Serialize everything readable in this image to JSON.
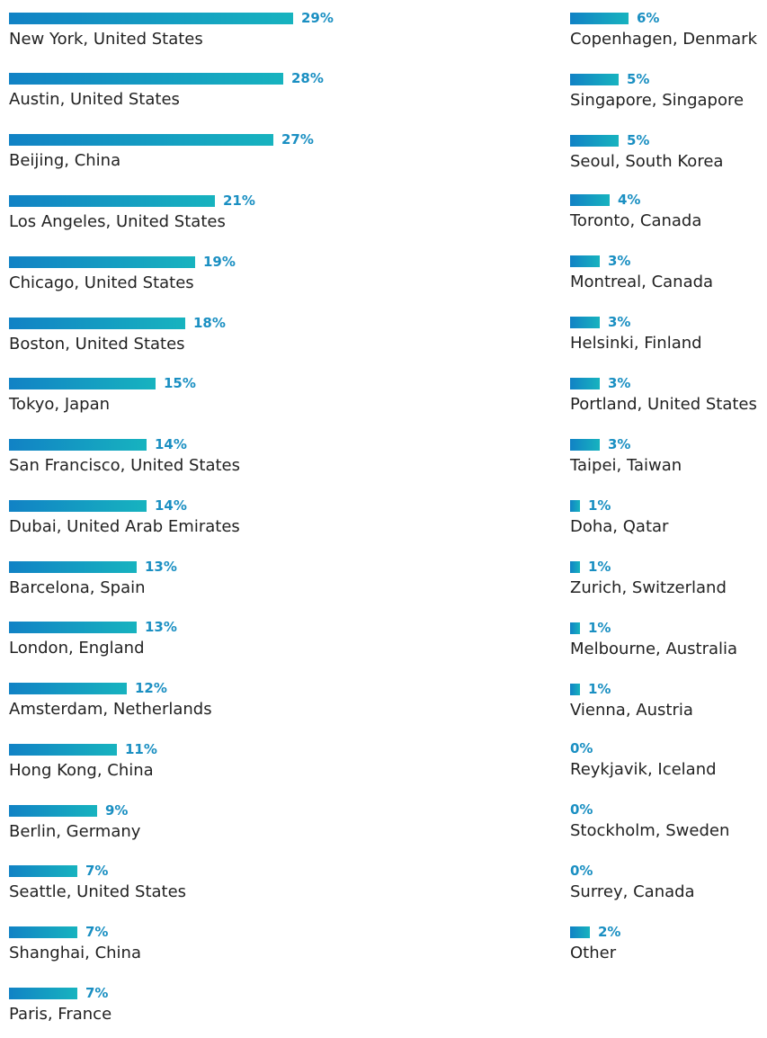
{
  "chart_data": {
    "type": "bar",
    "orientation": "horizontal",
    "layout": "two-column",
    "bar_color_start": "#1182c5",
    "bar_color_end": "#17b3bf",
    "label_color": "#1a8fc2",
    "xlim": [
      0,
      29
    ],
    "columns": [
      {
        "items": [
          {
            "category": "New York, United States",
            "value": 29,
            "label": "29%"
          },
          {
            "category": "Austin, United States",
            "value": 28,
            "label": "28%"
          },
          {
            "category": "Beijing, China",
            "value": 27,
            "label": "27%"
          },
          {
            "category": "Los Angeles, United States",
            "value": 21,
            "label": "21%"
          },
          {
            "category": "Chicago, United States",
            "value": 19,
            "label": "19%"
          },
          {
            "category": "Boston, United States",
            "value": 18,
            "label": "18%"
          },
          {
            "category": "Tokyo, Japan",
            "value": 15,
            "label": "15%"
          },
          {
            "category": "San Francisco, United States",
            "value": 14,
            "label": "14%"
          },
          {
            "category": "Dubai, United Arab Emirates",
            "value": 14,
            "label": "14%"
          },
          {
            "category": "Barcelona, Spain",
            "value": 13,
            "label": "13%"
          },
          {
            "category": "London, England",
            "value": 13,
            "label": "13%"
          },
          {
            "category": "Amsterdam, Netherlands",
            "value": 12,
            "label": "12%"
          },
          {
            "category": "Hong Kong, China",
            "value": 11,
            "label": "11%"
          },
          {
            "category": "Berlin, Germany",
            "value": 9,
            "label": "9%"
          },
          {
            "category": "Seattle, United States",
            "value": 7,
            "label": "7%"
          },
          {
            "category": "Shanghai, China",
            "value": 7,
            "label": "7%"
          },
          {
            "category": "Paris, France",
            "value": 7,
            "label": "7%"
          }
        ]
      },
      {
        "items": [
          {
            "category": "Copenhagen, Denmark",
            "value": 6,
            "label": "6%"
          },
          {
            "category": "Singapore, Singapore",
            "value": 5,
            "label": "5%"
          },
          {
            "category": "Seoul, South Korea",
            "value": 5,
            "label": "5%"
          },
          {
            "category": "Toronto, Canada",
            "value": 4,
            "label": "4%"
          },
          {
            "category": "Montreal, Canada",
            "value": 3,
            "label": "3%"
          },
          {
            "category": "Helsinki, Finland",
            "value": 3,
            "label": "3%"
          },
          {
            "category": "Portland, United States",
            "value": 3,
            "label": "3%"
          },
          {
            "category": "Taipei, Taiwan",
            "value": 3,
            "label": "3%"
          },
          {
            "category": "Doha, Qatar",
            "value": 1,
            "label": "1%"
          },
          {
            "category": "Zurich, Switzerland",
            "value": 1,
            "label": "1%"
          },
          {
            "category": "Melbourne, Australia",
            "value": 1,
            "label": "1%"
          },
          {
            "category": "Vienna, Austria",
            "value": 1,
            "label": "1%"
          },
          {
            "category": "Reykjavik, Iceland",
            "value": 0,
            "label": "0%"
          },
          {
            "category": "Stockholm, Sweden",
            "value": 0,
            "label": "0%"
          },
          {
            "category": "Surrey, Canada",
            "value": 0,
            "label": "0%"
          },
          {
            "category": "Other",
            "value": 2,
            "label": "2%"
          }
        ]
      }
    ]
  }
}
